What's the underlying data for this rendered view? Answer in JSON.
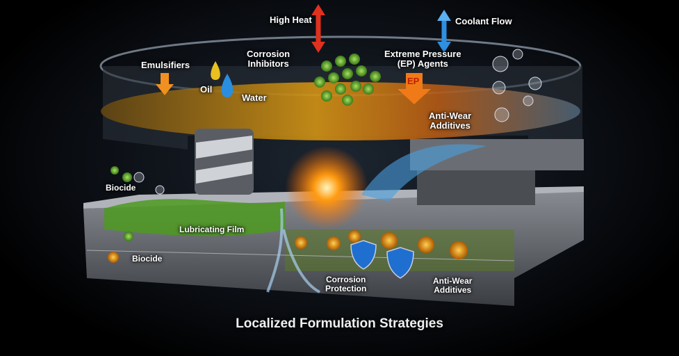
{
  "labels": {
    "high_heat": "High Heat",
    "coolant_flow": "Coolant Flow",
    "corrosion_inhibitors": [
      "Corrosion",
      "Inhibitors"
    ],
    "ep_agents": [
      "Extreme Pressure",
      "(EP) Agents"
    ],
    "emulsifiers": "Emulsifiers",
    "oil": "Oil",
    "water": "Water",
    "ep_badge": "EP",
    "anti_wear_top": [
      "Anti-Wear",
      "Additives"
    ],
    "biocide_top": "Biocide",
    "lubricating_film": "Lubricating Film",
    "biocide_bottom": "Biocide",
    "corrosion_protection": [
      "Corrosion",
      "Protection"
    ],
    "anti_wear_bottom": [
      "Anti-Wear",
      "Additives"
    ]
  },
  "title": "Localized Formulation Strategies",
  "colors": {
    "heat": "#e0301e",
    "coolant": "#2f8fe0",
    "oil": "#e8a010",
    "film": "#5cb82a",
    "shield": "#1f6fd0"
  }
}
